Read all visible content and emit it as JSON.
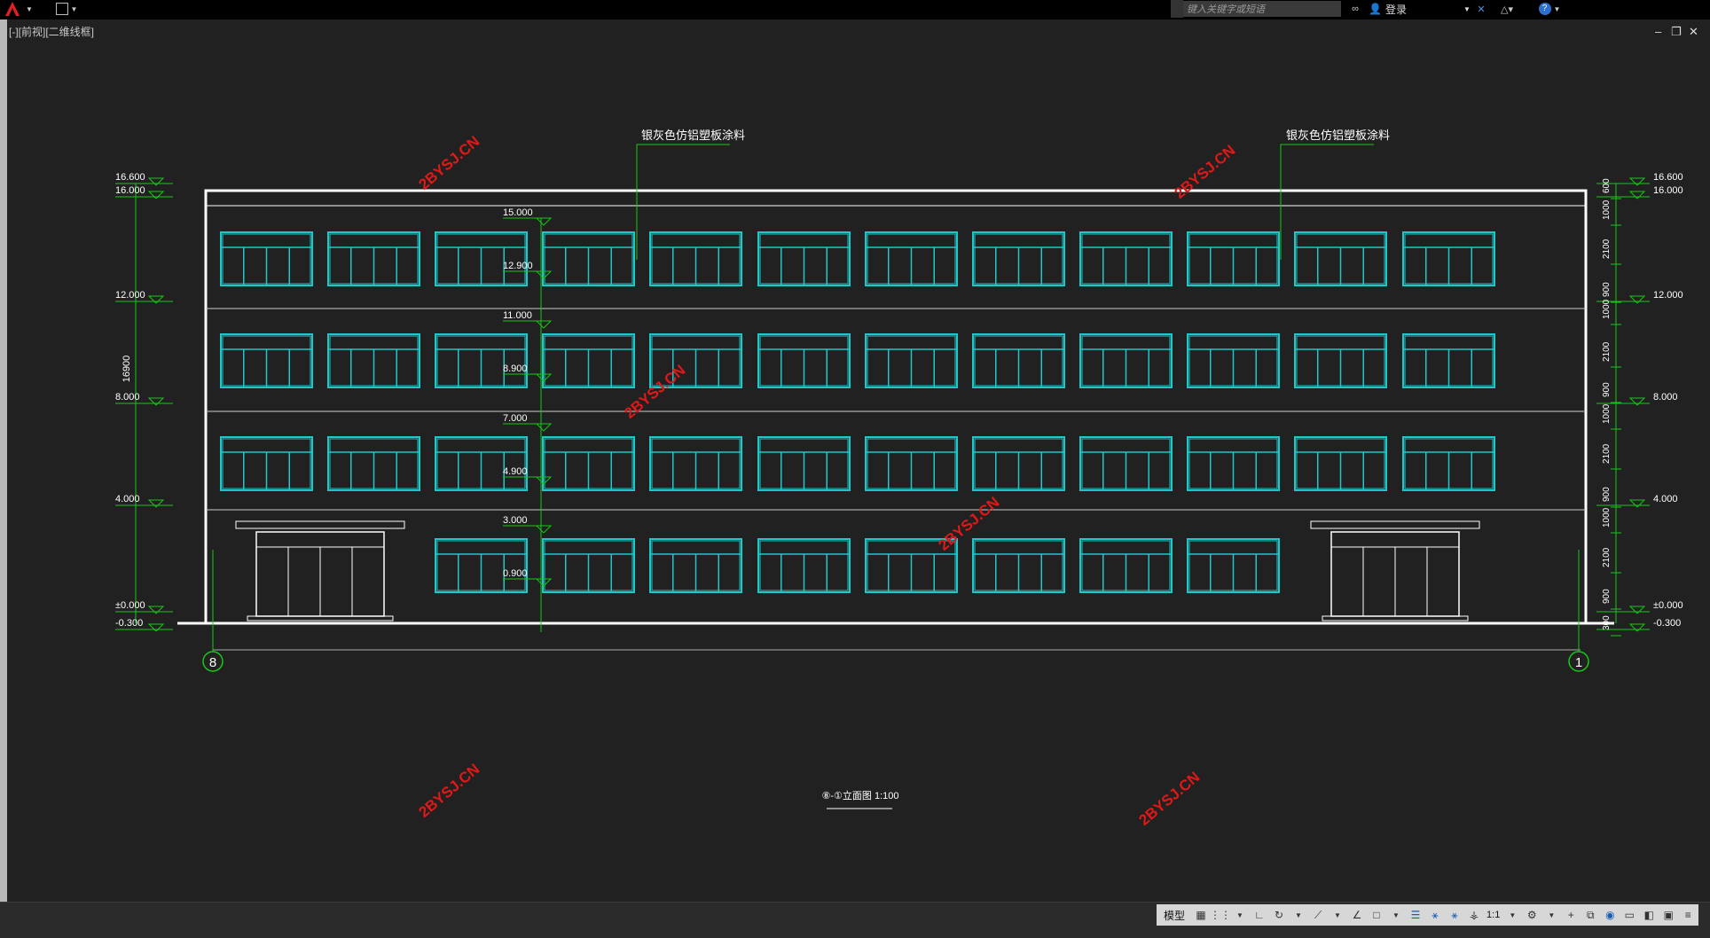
{
  "titlebar": {
    "search_placeholder": "键入关键字或短语",
    "login_label": "登录"
  },
  "viewport": {
    "label": "[-][前视][二维线框]"
  },
  "drawing": {
    "material_note_left": "银灰色仿铝塑板涂料",
    "material_note_right": "银灰色仿铝塑板涂料",
    "left_levels": [
      "16.600",
      "16.000",
      "12.000",
      "8.000",
      "4.000",
      "±0.000",
      "-0.300"
    ],
    "total_height": "16900",
    "right_levels": [
      "16.600",
      "16.000",
      "12.000",
      "8.000",
      "4.000",
      "±0.000",
      "-0.300"
    ],
    "right_dims": [
      "600",
      "1000",
      "2100",
      "900",
      "1000",
      "2100",
      "900",
      "1000",
      "2100",
      "900",
      "1000",
      "2100",
      "900",
      "300"
    ],
    "inner_levels": [
      "15.000",
      "12.900",
      "11.000",
      "8.900",
      "7.000",
      "4.900",
      "3.000",
      "0.900"
    ],
    "axis_left": "8",
    "axis_right": "1",
    "title": "⑧-①立面图 1:100",
    "watermark": "2BYSJ.CN"
  },
  "statusbar": {
    "model_tab": "模型",
    "scale": "1:1"
  },
  "colors": {
    "background": "#212121",
    "window_cyan": "#1ec8c8",
    "dimension_green": "#16c816",
    "outline_white": "#ffffff",
    "watermark_red": "#e01818"
  }
}
